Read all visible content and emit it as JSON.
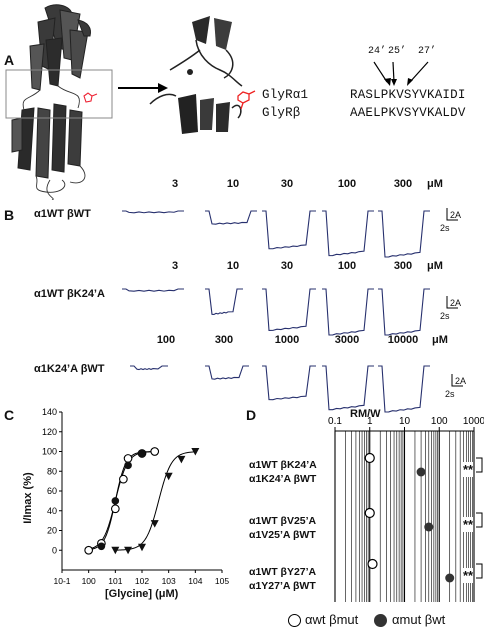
{
  "panels": {
    "A": {
      "letter": "A",
      "positions": [
        "24’",
        "25’",
        "27’"
      ],
      "sequences": [
        {
          "name": "GlyRα1",
          "seq": "RASLPKVSYVKAIDI"
        },
        {
          "name": "GlyRβ",
          "seq": "AAELPKVSYVKALDV"
        }
      ]
    },
    "B": {
      "letter": "B",
      "unit": "μM",
      "scale_current": "2A",
      "scale_time": "2s",
      "rows": [
        {
          "label": "α1WT βWT",
          "concs": [
            "3",
            "10",
            "30",
            "100",
            "300"
          ],
          "amps": [
            0.03,
            0.28,
            0.82,
            0.97,
            1.0
          ]
        },
        {
          "label": "α1WT βK24’A",
          "concs": [
            "3",
            "10",
            "30",
            "100",
            "300"
          ],
          "amps": [
            0.04,
            0.55,
            0.9,
            1.0,
            1.0
          ]
        },
        {
          "label": "α1K24’A βWT",
          "concs": [
            "100",
            "300",
            "1000",
            "3000",
            "10000"
          ],
          "amps": [
            0.07,
            0.28,
            0.73,
            0.95,
            1.0
          ]
        }
      ],
      "trace_color": "#27306e"
    },
    "C": {
      "letter": "C",
      "ylabel": "I/Imax (%)",
      "xlabel": "[Glycine] (μM)",
      "yticks": [
        "0",
        "20",
        "40",
        "60",
        "80",
        "100",
        "120",
        "140"
      ],
      "xticks": [
        "10-1",
        "100",
        "101",
        "102",
        "103",
        "104",
        "105"
      ]
    },
    "D": {
      "letter": "D",
      "xlabel": "RM/W",
      "xticks": [
        "0.1",
        "1",
        "10",
        "100",
        "1000"
      ],
      "groups": [
        {
          "labels": [
            "α1WT βK24’A",
            "α1K24’A βWT"
          ],
          "open": 1.0,
          "filled": 30
        },
        {
          "labels": [
            "α1WT βV25’A",
            "α1V25’A βWT"
          ],
          "open": 1.0,
          "filled": 50
        },
        {
          "labels": [
            "α1WT βY27’A",
            "α1Y27’A βWT"
          ],
          "open": 1.2,
          "filled": 200
        }
      ],
      "sig": "**",
      "legend": [
        {
          "symbol": "open",
          "label": "αwt βmut"
        },
        {
          "symbol": "filled",
          "label": "αmut βwt"
        }
      ]
    }
  },
  "chart_data": [
    {
      "type": "scatter",
      "panel": "C",
      "ylabel": "I/Imax (%)",
      "xlabel": "[Glycine] (μM)",
      "xscale": "log",
      "xlim": [
        0.1,
        100000
      ],
      "ylim": [
        -20,
        140
      ],
      "series": [
        {
          "marker": "open-circle",
          "x": [
            1,
            3,
            10,
            20,
            30,
            100,
            300
          ],
          "y": [
            0,
            7,
            42,
            72,
            93,
            98,
            100
          ],
          "ec50": 10,
          "hill": 1.9
        },
        {
          "marker": "filled-circle",
          "x": [
            3,
            10,
            30,
            100
          ],
          "y": [
            4,
            50,
            86,
            98
          ],
          "ec50": 10,
          "hill": 2.2
        },
        {
          "marker": "filled-triangle",
          "x": [
            10,
            30,
            100,
            300,
            1000,
            3000,
            10000
          ],
          "y": [
            0,
            0,
            3,
            27,
            75,
            92,
            100
          ],
          "ec50": 420,
          "hill": 1.8
        }
      ]
    },
    {
      "type": "scatter",
      "panel": "D",
      "xlabel": "RM/W",
      "xscale": "log",
      "xlim": [
        0.1,
        1000
      ],
      "series": [
        {
          "marker": "open-circle",
          "y_group": [
            0,
            1,
            2
          ],
          "x": [
            1.0,
            1.0,
            1.2
          ]
        },
        {
          "marker": "filled-circle",
          "y_group": [
            0,
            1,
            2
          ],
          "x": [
            30,
            50,
            200
          ]
        }
      ]
    }
  ]
}
